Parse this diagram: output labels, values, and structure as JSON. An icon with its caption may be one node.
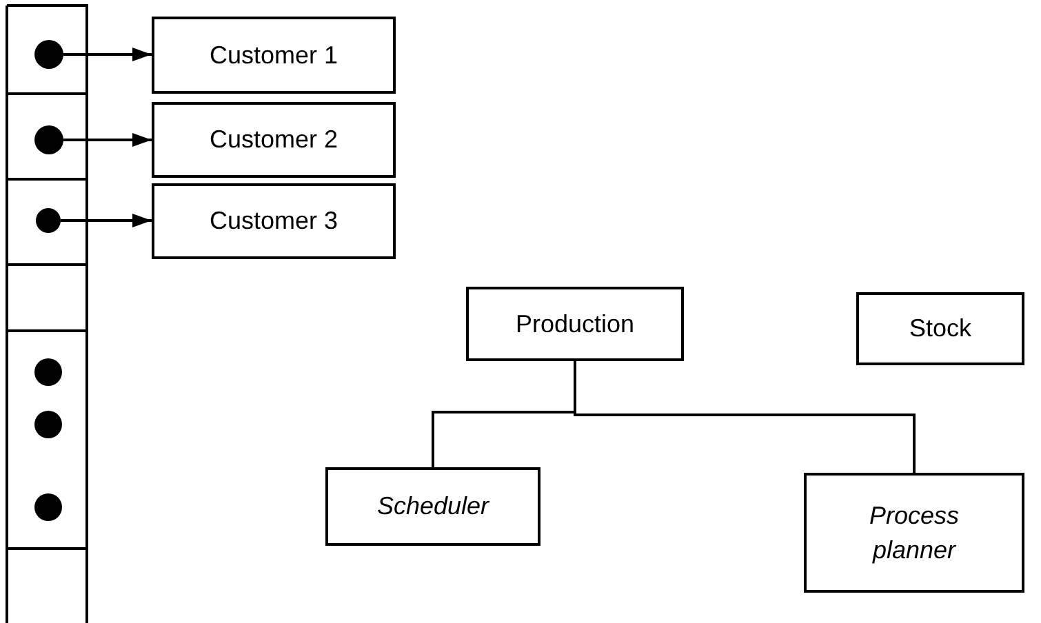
{
  "diagram": {
    "nodes": [
      {
        "text": [],
        "shape": "circle"
      },
      {
        "text": [
          "Customer 1"
        ]
      },
      {
        "text": [],
        "shape": "circle"
      },
      {
        "text": [
          "Customer 2"
        ]
      },
      {
        "text": [],
        "shape": "circle"
      },
      {
        "text": [
          "Customer 3"
        ]
      },
      {
        "text": [
          "Production"
        ]
      },
      {
        "text": [
          "Stock"
        ]
      },
      {
        "text": [
          "Scheduler"
        ]
      },
      {
        "text": [
          "Process planner"
        ]
      }
    ],
    "edges": [
      {
        "from": 0,
        "to": 1,
        "arrow": "to"
      },
      {
        "from": 2,
        "to": 3,
        "arrow": "to"
      },
      {
        "from": 4,
        "to": 5,
        "arrow": "to"
      },
      {
        "from": 6,
        "to": 8,
        "arrow": "none"
      },
      {
        "from": 6,
        "to": 9,
        "arrow": "none"
      }
    ]
  }
}
